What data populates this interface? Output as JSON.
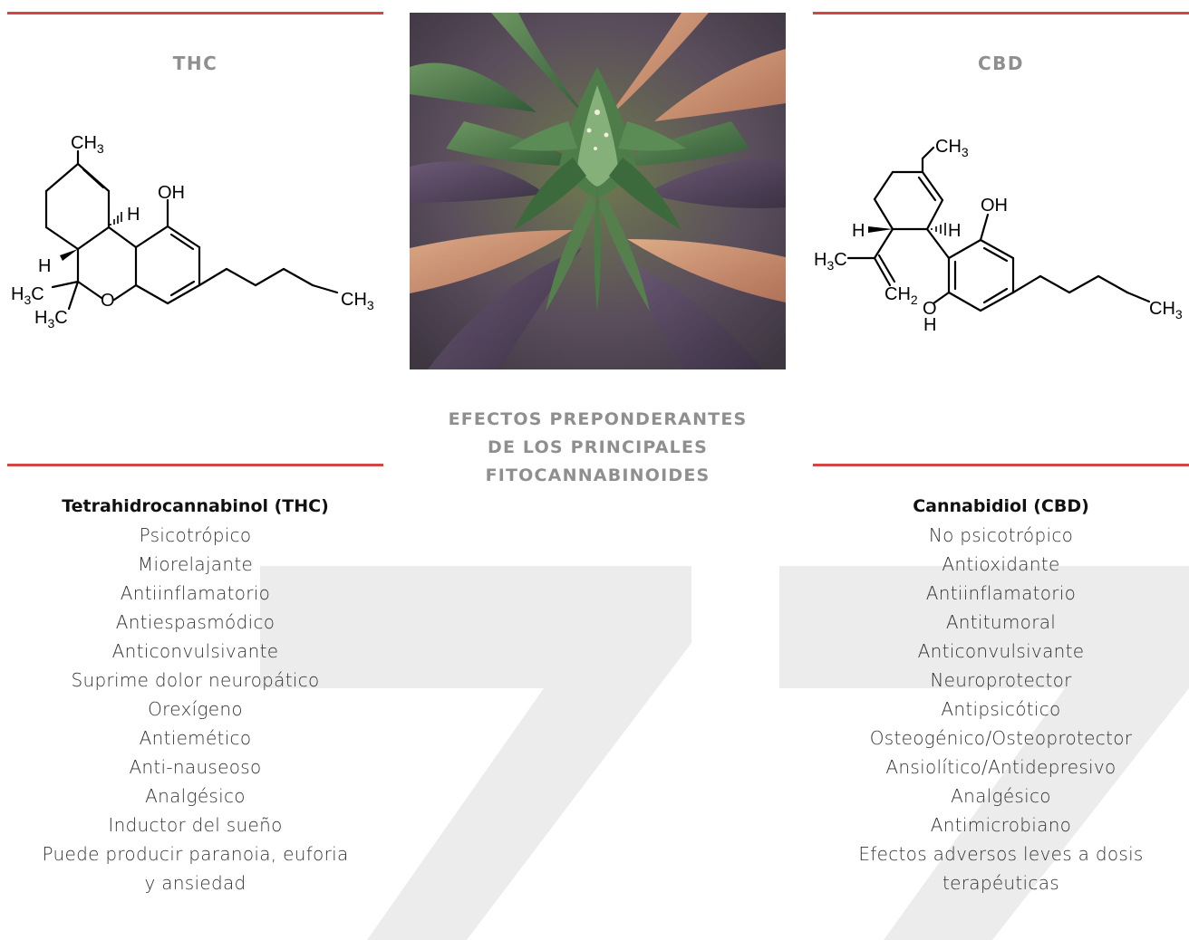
{
  "thc": {
    "title": "THC",
    "structure_labels": {
      "ch3_top": "CH3",
      "oh": "OH",
      "h_right": "H",
      "h_left": "H",
      "h3c_a": "H3C",
      "h3c_b": "H3C",
      "o": "O",
      "ch3_tail": "CH3"
    },
    "effects_heading": "Tetrahidrocannabinol (THC)",
    "effects": [
      "Psicotrópico",
      "Miorelajante",
      "Antiinflamatorio",
      "Antiespasmódico",
      "Anticonvulsivante",
      "Suprime dolor neuropático",
      "Orexígeno",
      "Antiemético",
      "Anti-nauseoso",
      "Analgésico",
      "Inductor del sueño",
      "Puede producir paranoia, euforia",
      "y ansiedad"
    ]
  },
  "cbd": {
    "title": "CBD",
    "structure_labels": {
      "ch3_top": "CH3",
      "oh": "OH",
      "h_left": "H",
      "h_right": "H",
      "h3c": "H3C",
      "ch2": "CH2",
      "o_bottom": "O",
      "h_bottom": "H",
      "ch3_tail": "CH3"
    },
    "effects_heading": "Cannabidiol (CBD)",
    "effects": [
      "No psicotrópico",
      "Antioxidante",
      "Antiinflamatorio",
      "Antitumoral",
      "Anticonvulsivante",
      "Neuroprotector",
      "Antipsicótico",
      "Osteogénico/Osteoprotector",
      "Ansiolítico/Antidepresivo",
      "Analgésico",
      "Antimicrobiano",
      "Efectos adversos leves a dosis",
      "terapéuticas"
    ]
  },
  "center": {
    "title_lines": [
      "EFECTOS PREPONDERANTES",
      "DE LOS PRINCIPALES",
      "FITOCANNABINOIDES"
    ]
  },
  "colors": {
    "accent_red": "#d64545",
    "title_grey": "#8f8f8f",
    "watermark_grey": "#ececec"
  }
}
